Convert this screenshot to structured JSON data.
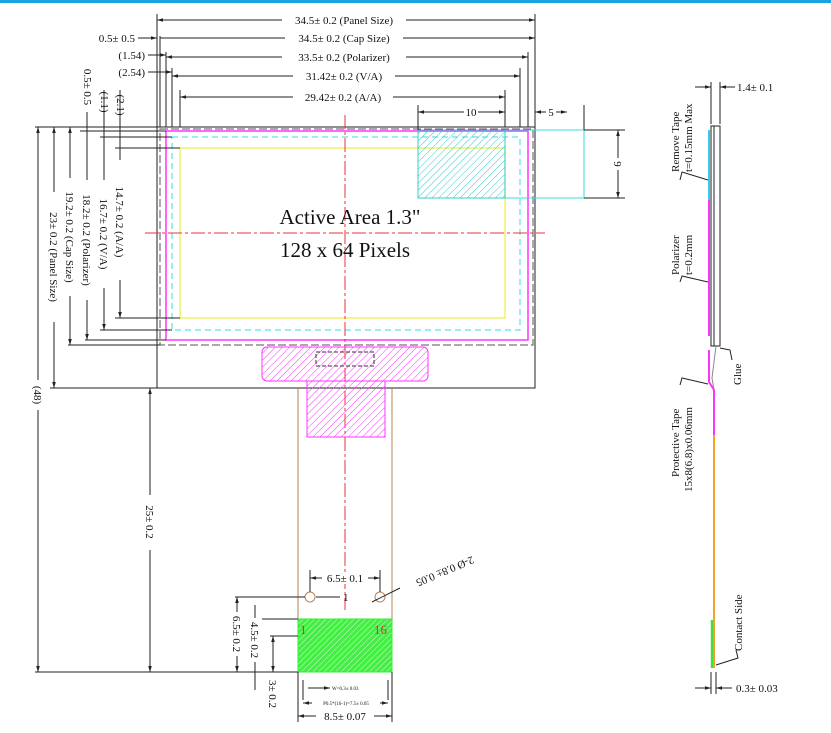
{
  "colors": {
    "top_bar": "#1aa3e0",
    "polarizer": "#ff33ff",
    "view_area": "#33dddd",
    "active_area": "#eeee44",
    "centerline": "#ee3333",
    "fpc": "#b5835a",
    "contact": "#33ee33",
    "remove_tape": "#33ccee",
    "flex_side": "#f5a030"
  },
  "front_view": {
    "active_area_title": "Active Area 1.3\"",
    "resolution": "128 x 64 Pixels",
    "top_dims": {
      "panel": "34.5± 0.2 (Panel Size)",
      "cap": "34.5± 0.2 (Cap Size)",
      "polarizer": "33.5± 0.2 (Polarizer)",
      "va": "31.42± 0.2 (V/A)",
      "aa": "29.42± 0.2 (A/A)",
      "cap_offset": "0.5± 0.5",
      "pol_offset": "(1.54)",
      "va_offset": "(2.54)",
      "tape_width": "10",
      "tape_overhang": "5"
    },
    "left_dims": {
      "cap_offset": "0.5± 0.5",
      "va_offset": "(1.1)",
      "aa_offset": "(2.1)",
      "aa": "14.7± 0.2 (A/A)",
      "va": "16.7± 0.2 (V/A)",
      "polarizer": "18.2± 0.2 (Polarizer)",
      "cap": "19.2± 0.2 (Cap Size)",
      "panel": "23± 0.2 (Panel Size)",
      "total": "(48)",
      "fpc_length": "25± 0.2"
    },
    "tape_height": "9",
    "fpc": {
      "hole_pitch": "6.5± 0.1",
      "hole_label": "1",
      "hole_spec": "2-Ø 0.8± 0.05",
      "pin_first": "1",
      "pin_last": "16",
      "dim_65": "6.5± 0.2",
      "dim_45": "4.5± 0.2",
      "dim_3": "3± 0.2",
      "pin_width": "W=0.3± 0.03",
      "pitch": "P0.5*(16-1)=7.5± 0.05",
      "width": "8.5± 0.07"
    }
  },
  "side_view": {
    "thickness": "1.4± 0.1",
    "remove_tape": [
      "Remove Tape",
      "t=0.15mm Max"
    ],
    "polarizer": [
      "Polarizer",
      "t=0.2mm"
    ],
    "glue": "Glue",
    "protective_tape": [
      "Protective Tape",
      "15x8(6.8)x0.06mm"
    ],
    "contact_side": "Contact Side",
    "fpc_thickness": "0.3± 0.03"
  }
}
